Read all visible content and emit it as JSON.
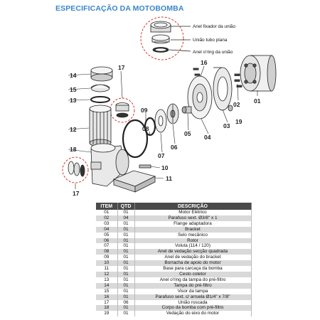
{
  "title": "ESPECIFICAÇÃO DA MOTOBOMBA",
  "colors": {
    "title": "#3a86c8",
    "header_bg": "#4a4a4a",
    "row_alt": "#d9d9d9",
    "detail_circle": "#d33a2f"
  },
  "callouts": [
    "Anel fixador da união",
    "União tubo plana",
    "Anel o'ring da união"
  ],
  "part_numbers": [
    "01",
    "02",
    "03",
    "04",
    "05",
    "06",
    "07",
    "08",
    "09",
    "10",
    "11",
    "12",
    "13",
    "14",
    "15",
    "16",
    "17",
    "17",
    "18",
    "19"
  ],
  "table": {
    "headers": [
      "ITEM",
      "QTD",
      "DESCRIÇÃO"
    ],
    "rows": [
      [
        "01",
        "01",
        "Motor Elétrico"
      ],
      [
        "02",
        "04",
        "Parafuso sext. Ø3/8\" x 1"
      ],
      [
        "03",
        "01",
        "Flange adaptadora"
      ],
      [
        "04",
        "01",
        "Bracket"
      ],
      [
        "05",
        "01",
        "Selo mecânico"
      ],
      [
        "06",
        "01",
        "Rotor"
      ],
      [
        "07",
        "01",
        "Voluta (114 / 120)"
      ],
      [
        "08",
        "01",
        "Anel de vedação secção quadrada"
      ],
      [
        "09",
        "01",
        "Anel de vedação do bracket"
      ],
      [
        "10",
        "01",
        "Borracha de apoio do motor"
      ],
      [
        "11",
        "01",
        "Base para carcaça da bomba"
      ],
      [
        "12",
        "01",
        "Cesto coletor"
      ],
      [
        "13",
        "01",
        "Anel o'ring da tampa do pré-filtro"
      ],
      [
        "14",
        "01",
        "Tampa do pré-filtro"
      ],
      [
        "15",
        "01",
        "Visor da tampa"
      ],
      [
        "16",
        "01",
        "Parafuso sext. c/ arruela Ø1/4\" x 7/8\""
      ],
      [
        "17",
        "06",
        "União roscada"
      ],
      [
        "18",
        "01",
        "Corpo da bomba com pré-filtro"
      ],
      [
        "19",
        "01",
        "Vedação do eixo do motor"
      ]
    ]
  }
}
